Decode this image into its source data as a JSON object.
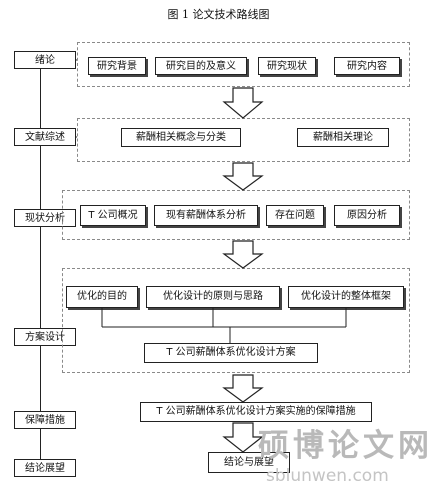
{
  "title": "图 1 论文技术路线图",
  "stages": [
    "绪论",
    "文献综述",
    "现状分析",
    "方案设计",
    "保障措施",
    "结论展望"
  ],
  "boxes": {
    "intro_1": "研究背景",
    "intro_2": "研究目的及意义",
    "intro_3": "研究现状",
    "intro_4": "研究内容",
    "lit_1": "薪酬相关概念与分类",
    "lit_2": "薪酬相关理论",
    "status_1": "T 公司概况",
    "status_2": "现有薪酬体系分析",
    "status_3": "存在问题",
    "status_4": "原因分析",
    "design_1": "优化的目的",
    "design_2": "优化设计的原则与思路",
    "design_3": "优化设计的整体框架",
    "design_4": "T 公司薪酬体系优化设计方案",
    "guarantee_1": "T 公司薪酬体系优化设计方案实施的保障措施",
    "conclusion_1": "结论与展望"
  },
  "watermark": {
    "cn": "硕博论文网",
    "url": "sblunwen.com"
  }
}
